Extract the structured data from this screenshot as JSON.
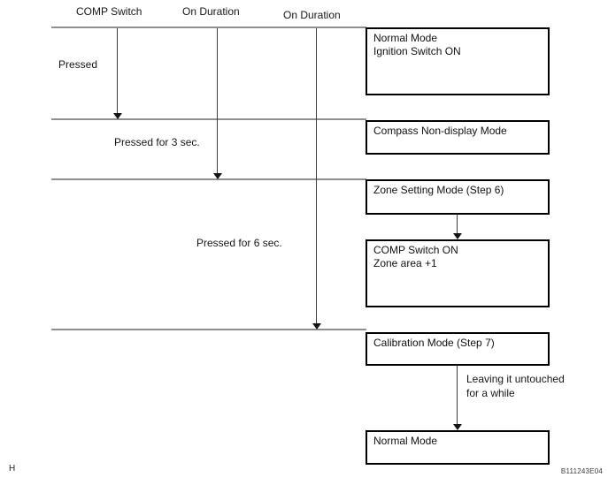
{
  "diagram": {
    "column_labels": [
      "COMP Switch",
      "On Duration",
      "On Duration"
    ],
    "transition_labels": [
      "Pressed",
      "Pressed for 3 sec.",
      "Pressed for 6 sec."
    ],
    "boxes": [
      {
        "lines": [
          "Normal Mode",
          "Ignition Switch ON"
        ]
      },
      {
        "lines": [
          "Compass Non-display Mode"
        ]
      },
      {
        "lines": [
          "Zone Setting Mode (Step 6)"
        ]
      },
      {
        "lines": [
          "COMP Switch ON",
          "Zone area +1"
        ]
      },
      {
        "lines": [
          "Calibration Mode (Step 7)"
        ]
      },
      {
        "lines": [
          "Normal Mode"
        ]
      }
    ],
    "leaving_label": [
      "Leaving it untouched",
      "for a while"
    ],
    "colors": {
      "background": "#ffffff",
      "box_border": "#000000",
      "divider_line": "#8e8e8e",
      "arrow": "#141414",
      "text": "#111111"
    }
  },
  "page": {
    "footer_left": "H",
    "figure_code": "B111243E04"
  }
}
